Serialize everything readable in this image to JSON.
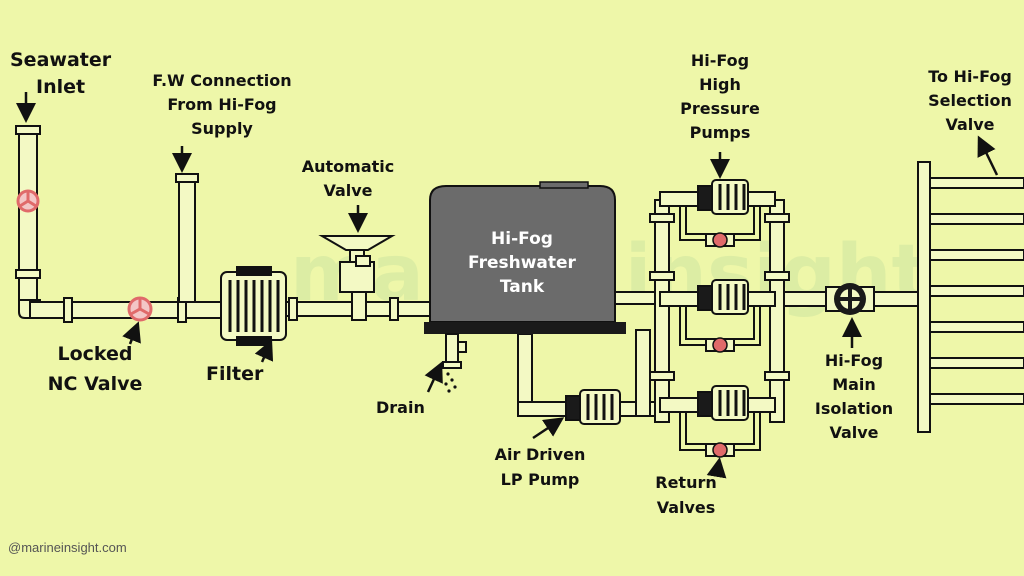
{
  "diagram": {
    "watermark": "marine insight",
    "credit": "@marineinsight.com",
    "labels": {
      "seawater_inlet": [
        "Seawater",
        "Inlet"
      ],
      "fw_connection": [
        "F.W Connection",
        "From Hi-Fog",
        "Supply"
      ],
      "automatic_valve": [
        "Automatic",
        "Valve"
      ],
      "tank": [
        "Hi-Fog",
        "Freshwater",
        "Tank"
      ],
      "hp_pumps": [
        "Hi-Fog",
        "High",
        "Pressure",
        "Pumps"
      ],
      "selection_valve": [
        "To Hi-Fog",
        "Selection",
        "Valve"
      ],
      "locked_nc_valve": [
        "Locked",
        "NC Valve"
      ],
      "filter": [
        "Filter"
      ],
      "drain": [
        "Drain"
      ],
      "lp_pump": [
        "Air Driven",
        "LP Pump"
      ],
      "return_valves": [
        "Return",
        "Valves"
      ],
      "main_isolation_valve": [
        "Hi-Fog",
        "Main",
        "Isolation",
        "Valve"
      ]
    },
    "colors": {
      "background": "#eef7a9",
      "pipe_fill": "#f3f9c4",
      "outline": "#111111",
      "tank": "#6b6b6b",
      "valve_red": "#e06a6a"
    }
  }
}
